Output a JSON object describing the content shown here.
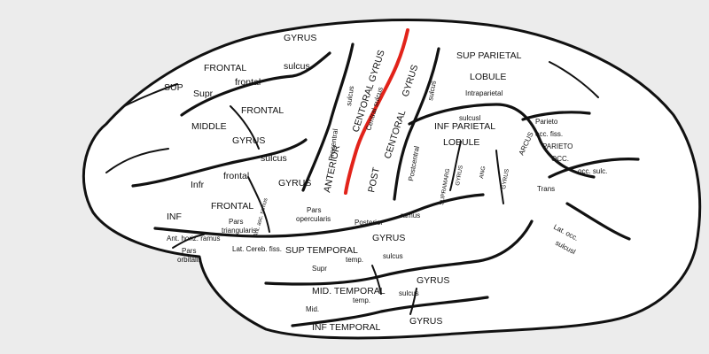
{
  "colors": {
    "background": "#ececec",
    "brain_fill": "#ffffff",
    "outline": "#111111",
    "central_sulcus": "#e2231a"
  },
  "labels": {
    "gyrus_top": "GYRUS",
    "sup": "SUP",
    "frontal": "FRONTAL",
    "supr": "Supr",
    "frontal_lc": "frontal",
    "sulcus_1": "sulcus",
    "middle": "MIDDLE",
    "frontal_mid": "FRONTAL",
    "gyrus_mid": "GYRUS",
    "infr": "Infr",
    "frontal_infr": "frontal",
    "sulcus_infr": "sulcus",
    "inf": "INF",
    "frontal_inf": "FRONTAL",
    "gyrus_inf": "GYRUS",
    "pars": "Pars",
    "triangularis": "triangularis",
    "ant_asc_ramus": "Ant. asc. ramus",
    "ant_horiz_ramus": "Ant. horiz. ramus",
    "pars2": "Pars",
    "orbitalis": "orbitalis",
    "pars3": "Pars",
    "opercularis": "opercularis",
    "precentral": "Precentral",
    "sulcus_pre": "sulcus",
    "anterior": "ANTERIOR",
    "centoral_gyrus_ant": "CENTORAL GYRUS",
    "central_sulcus": "Central sulcus",
    "post": "POST",
    "centoral_post": "CENTORAL",
    "gyrus_post": "GYRUS",
    "postcentral": "Postcentral",
    "sulcus_post": "sulcus",
    "sup_parietal": "SUP  PARIETAL",
    "lobule": "LOBULE",
    "intraparietal": "Intraparietal",
    "sulcus_intra": "sulcusl",
    "inf_parietal": "INF  PARIETAL",
    "lobule2": "LOBULE",
    "supramarg": "SUPRAMARG",
    "gyrus_supramarg": "GYRUS",
    "ang": "ANG",
    "gyrus_ang": "GYRUS",
    "arcus": "ARCUS",
    "parieto": "Parieto",
    "occ_fiss": "occ. fiss.",
    "parieto_caps": "PARIETO",
    "occ": "OCC.",
    "trans": "Trans",
    "occ_sulc": "occ. sulc.",
    "lat_occ": "Lat. occ.",
    "sulcusl_occ": "sulcusl",
    "lat_cereb_fiss": "Lat. Cereb. fiss.",
    "posterior": "Posterior",
    "ramus": "ramus",
    "sup_temporal": "SUP  TEMPORAL",
    "gyrus_supt": "GYRUS",
    "supr_t": "Supr",
    "temp": "temp.",
    "sulcus_temp": "sulcus",
    "mid_temporal": "MID.  TEMPORAL",
    "gyrus_midt": "GYRUS",
    "sulcus_midt": "sulcus",
    "mid": "Mid.",
    "temp2": "temp.",
    "inf_temporal": "INF    TEMPORAL",
    "gyrus_inft": "GYRUS"
  }
}
